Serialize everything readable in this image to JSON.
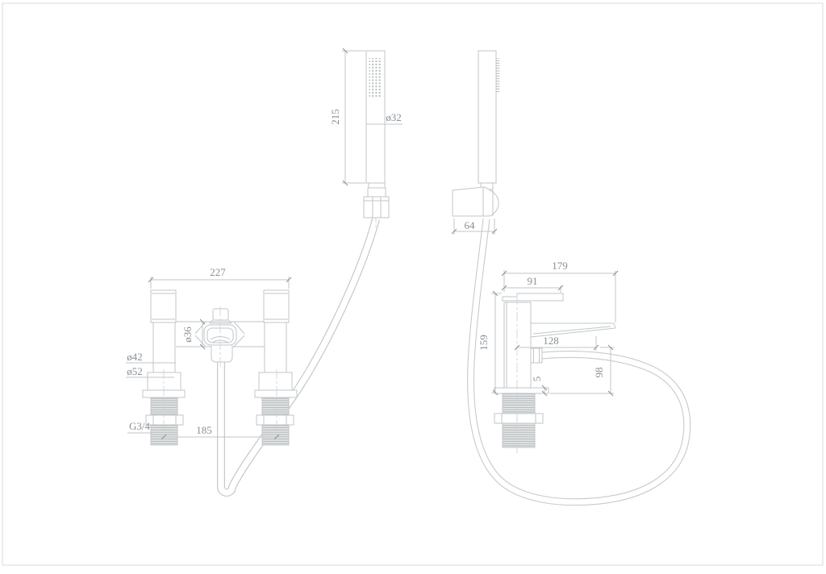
{
  "colors": {
    "line": "#c2c6c8",
    "cline": "#ccd0d2",
    "text": "#8a9094",
    "border": "#d9dcde",
    "hose": "#c6cacc"
  },
  "views": {
    "handshower_front": {
      "height": "215",
      "head_diameter": "ø32"
    },
    "handshower_side": {
      "bracket_depth": "64"
    },
    "mixer_front": {
      "overall_width": "227",
      "spout_diameter": "ø36",
      "body_diameter": "ø42",
      "base_diameter": "ø52",
      "inlet_thread": "G3/4",
      "inlet_spacing": "185"
    },
    "mixer_side": {
      "overall_depth": "179",
      "handle_length": "91",
      "body_height": "159",
      "spout_reach": "128",
      "spout_height": "98",
      "base_plate_thickness": "5"
    }
  }
}
